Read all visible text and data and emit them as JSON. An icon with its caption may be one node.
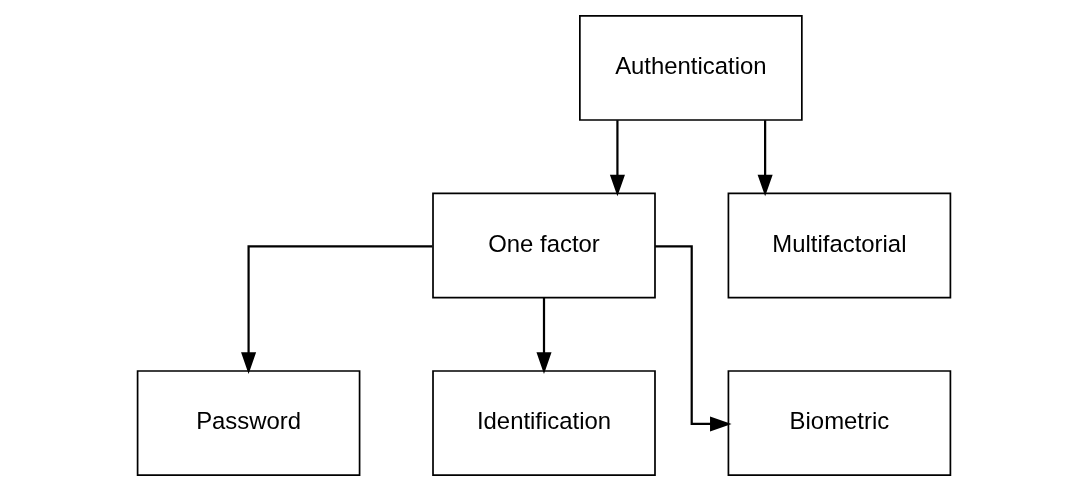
{
  "diagram": {
    "nodes": [
      {
        "text": [
          "Authentication"
        ]
      },
      {
        "text": [
          "One factor"
        ]
      },
      {
        "text": [
          "Multifactorial"
        ]
      },
      {
        "text": [
          "Password"
        ]
      },
      {
        "text": [
          "Identification"
        ]
      },
      {
        "text": [
          "Biometric"
        ]
      }
    ],
    "edges": [
      {
        "from": 0,
        "to": 1,
        "arrow": "to"
      },
      {
        "from": 0,
        "to": 2,
        "arrow": "to"
      },
      {
        "from": 1,
        "to": 3,
        "arrow": "to"
      },
      {
        "from": 1,
        "to": 4,
        "arrow": "to"
      },
      {
        "from": 1,
        "to": 5,
        "arrow": "to"
      }
    ]
  }
}
